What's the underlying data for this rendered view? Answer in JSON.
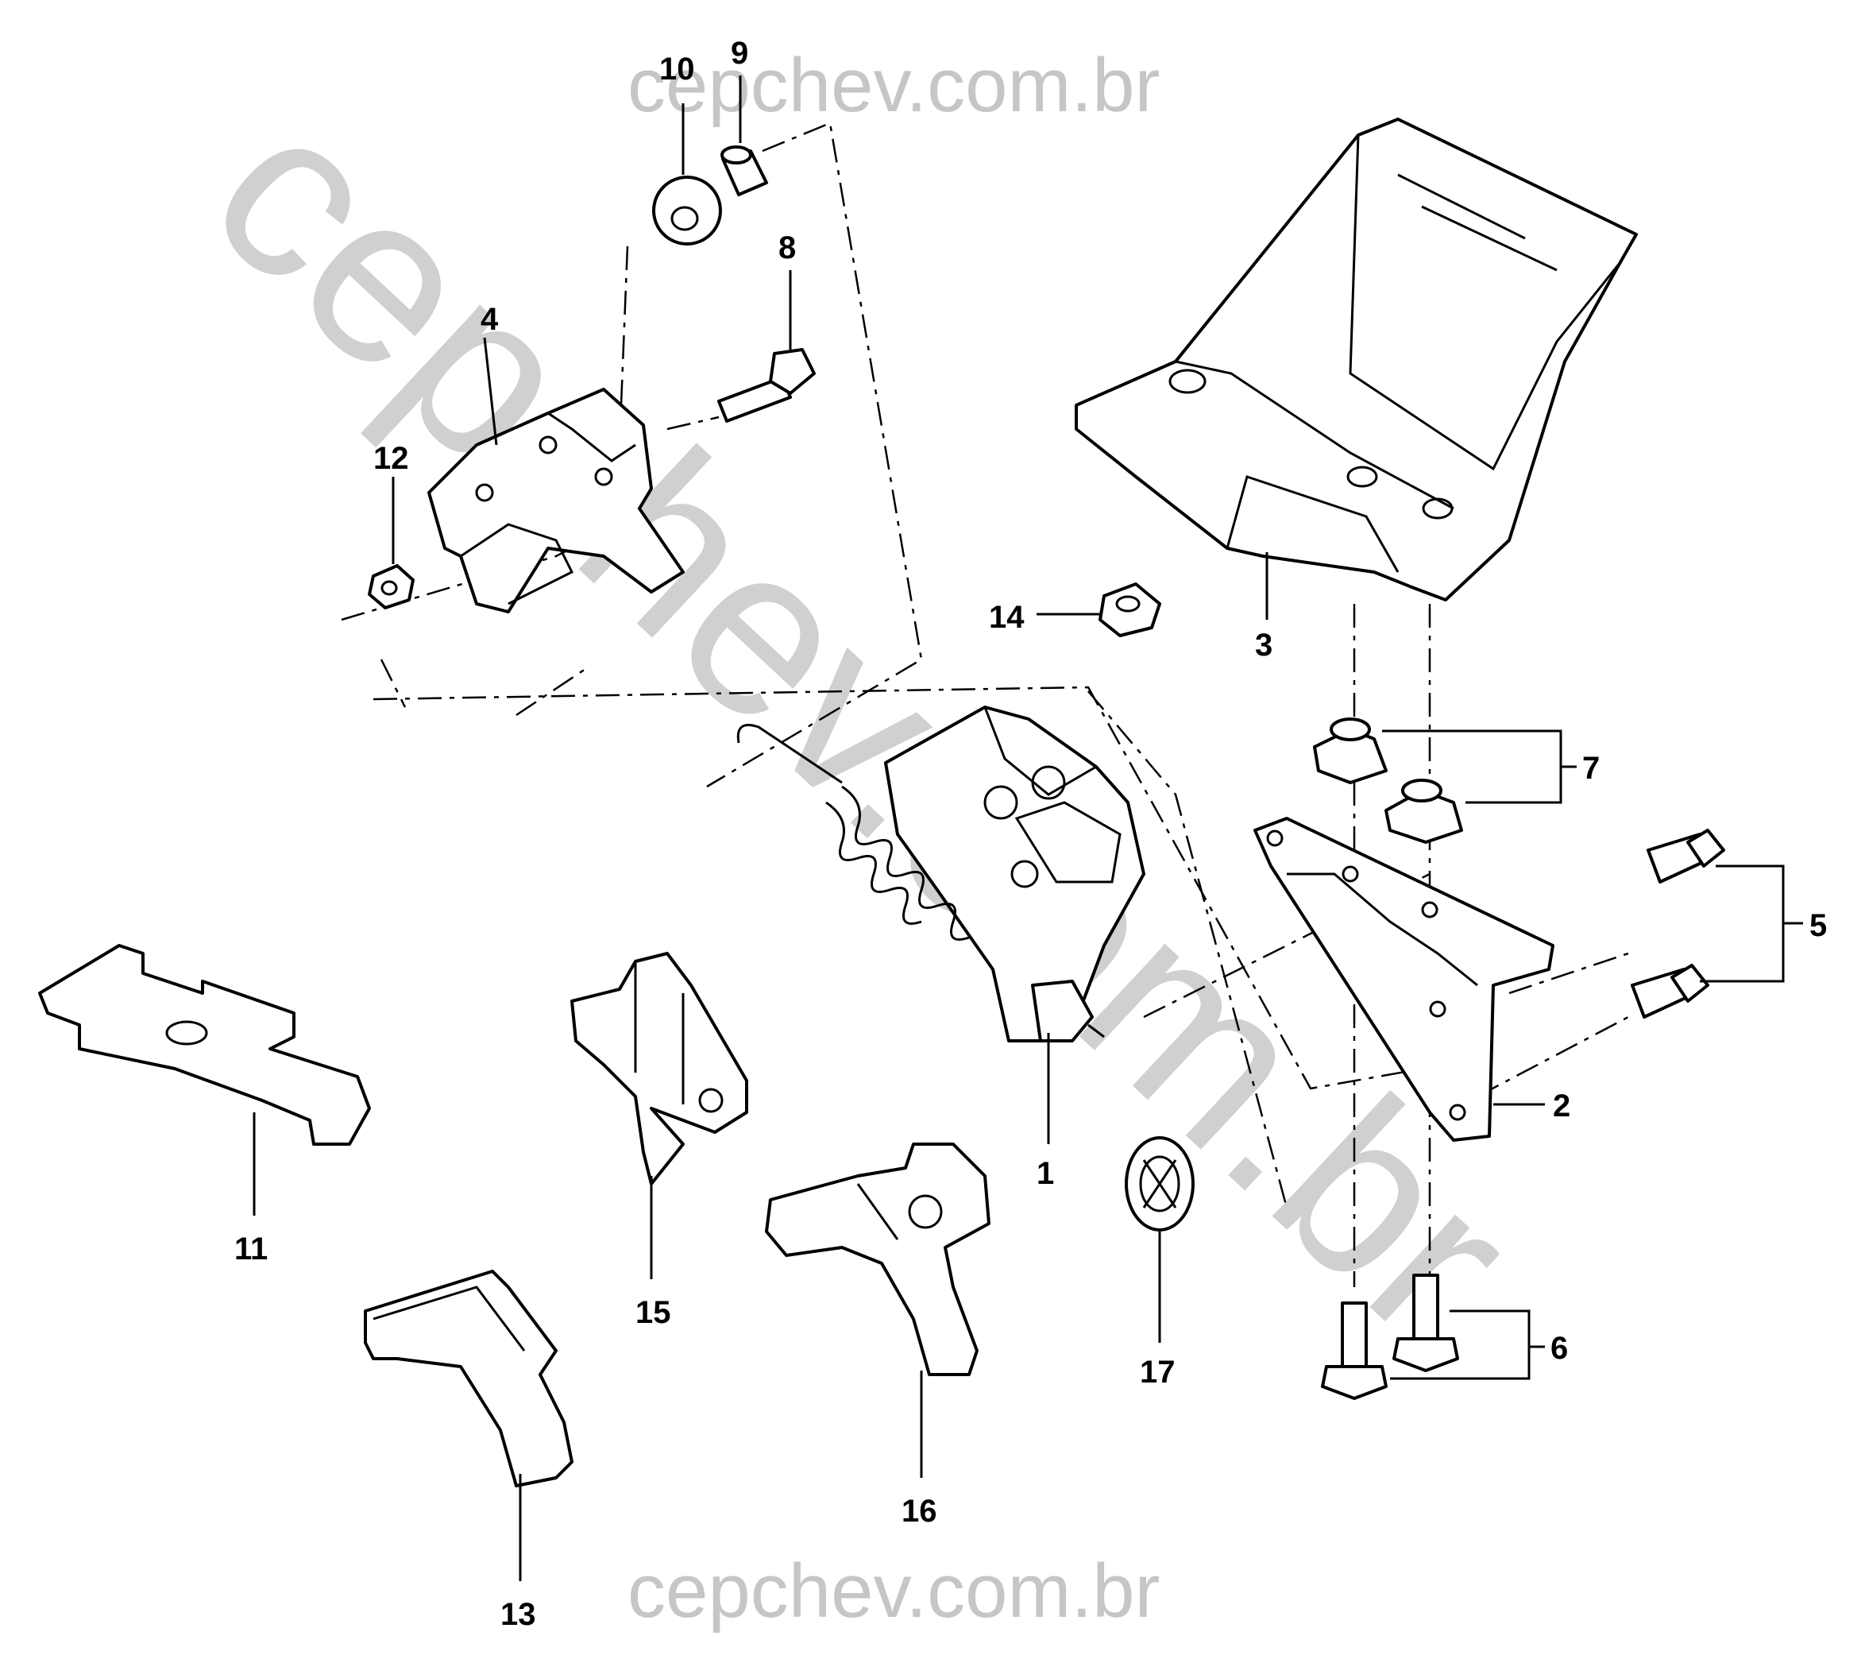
{
  "watermark": {
    "top": "cepchev.com.br",
    "bottom": "cepchev.com.br",
    "diagonal": "cepchev.com.br"
  },
  "colors": {
    "ink": "#000000",
    "watermark": "#c6c6c6",
    "background": "#ffffff"
  },
  "callouts": {
    "c1": "1",
    "c2": "2",
    "c3": "3",
    "c4": "4",
    "c5": "5",
    "c6": "6",
    "c7": "7",
    "c8": "8",
    "c9": "9",
    "c10": "10",
    "c11": "11",
    "c12": "12",
    "c13": "13",
    "c14": "14",
    "c15": "15",
    "c16": "16",
    "c17": "17"
  }
}
